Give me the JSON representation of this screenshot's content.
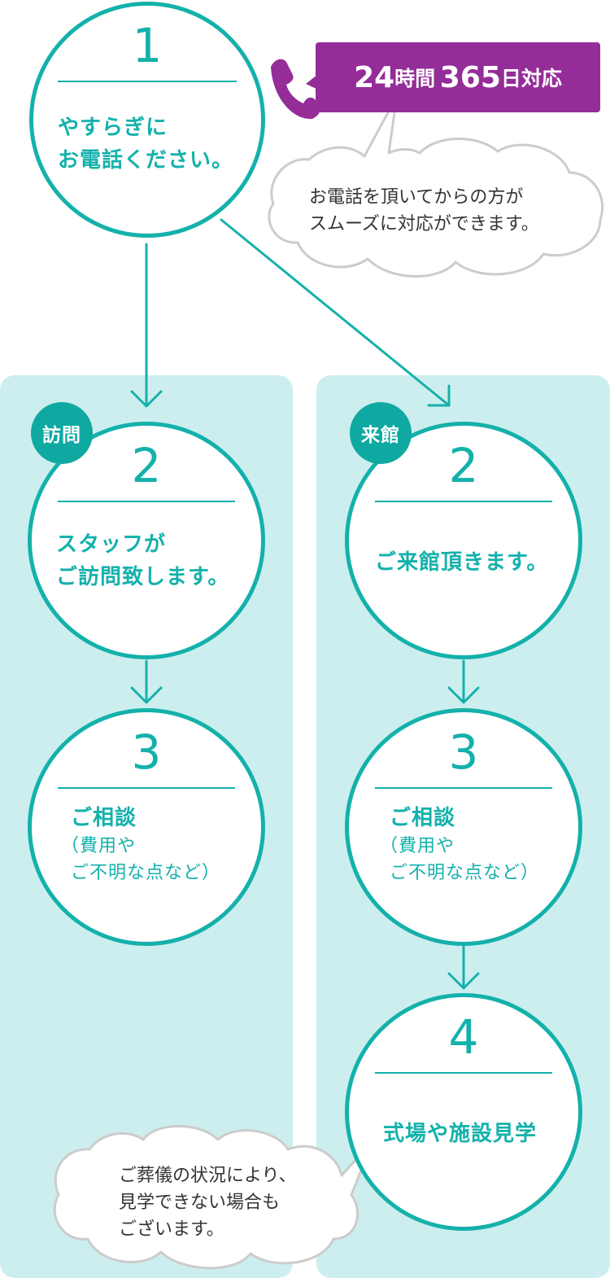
{
  "step1": {
    "number": "1",
    "line1": "やすらぎに",
    "line2": "お電話ください。"
  },
  "hours_badge": {
    "hours_num": "24",
    "hours_unit": "時間",
    "days_num": "365",
    "days_unit": "日対応"
  },
  "phone_note": {
    "line1": "お電話を頂いてからの方が",
    "line2": "スムーズに対応ができます。"
  },
  "visit": {
    "tag": "訪問",
    "step2": {
      "number": "2",
      "line1": "スタッフが",
      "line2": "ご訪問致します。"
    },
    "step3": {
      "number": "3",
      "title": "ご相談",
      "sub1": "（費用や",
      "sub2": "ご不明な点など）"
    }
  },
  "come": {
    "tag": "来館",
    "step2": {
      "number": "2",
      "text": "ご来館頂きます。"
    },
    "step3": {
      "number": "3",
      "title": "ご相談",
      "sub1": "（費用や",
      "sub2": "ご不明な点など）"
    },
    "step4": {
      "number": "4",
      "text": "式場や施設見学"
    }
  },
  "tour_note": {
    "line1": "ご葬儀の状況により、",
    "line2": "見学できない場合も",
    "line3": "ございます。"
  },
  "colors": {
    "teal": "#14b1ab",
    "panel": "#cdeeee",
    "purple": "#952d98",
    "bubble_border": "#cccccc"
  }
}
